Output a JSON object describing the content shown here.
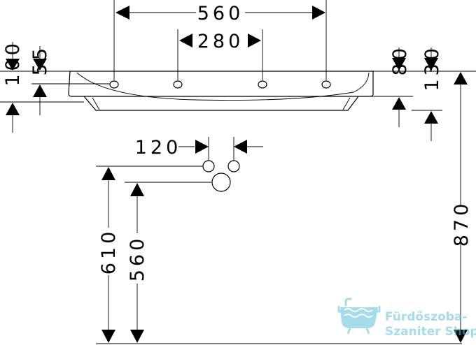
{
  "dimensions": {
    "width_outer_taps": "560",
    "width_inner_taps": "280",
    "depth_100": "100",
    "depth_55": "55",
    "depth_80": "80",
    "depth_130": "130",
    "drain_spacing": "120",
    "height_610": "610",
    "height_560": "560",
    "height_870": "870"
  },
  "watermark": {
    "line1": "Fürdőszoba-",
    "line2": "Szaniter Shop",
    "color": "#5bc0de"
  },
  "colors": {
    "ink": "#000000",
    "background": "#ffffff"
  }
}
